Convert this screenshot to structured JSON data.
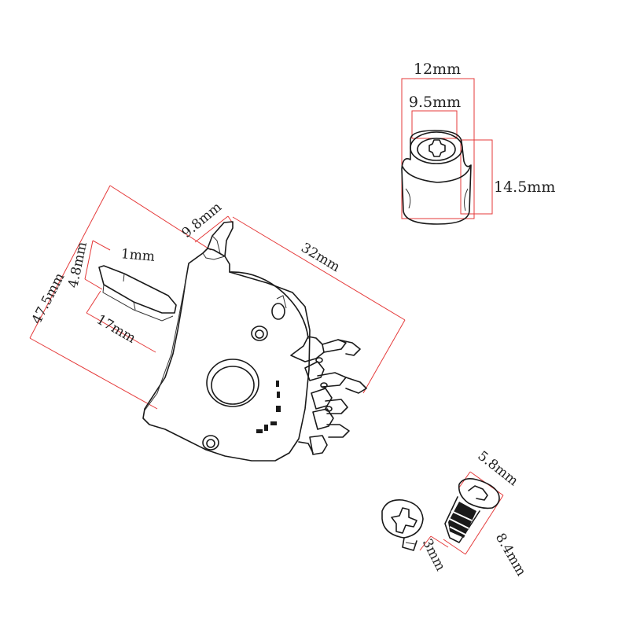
{
  "dimensions": {
    "knob_top_width": "12mm",
    "knob_inner_width": "9.5mm",
    "knob_height": "14.5mm",
    "switch_overall": "47.5mm",
    "switch_plate_height": "9.8mm",
    "switch_body_length": "32mm",
    "lever_width": "4.8mm",
    "lever_thickness": "1mm",
    "lever_length": "17mm",
    "screw_head": "5.8mm",
    "screw_shank": "3mm",
    "screw_length": "8.4mm"
  },
  "parts": [
    "switch-knob",
    "selector-switch",
    "mounting-screw"
  ]
}
